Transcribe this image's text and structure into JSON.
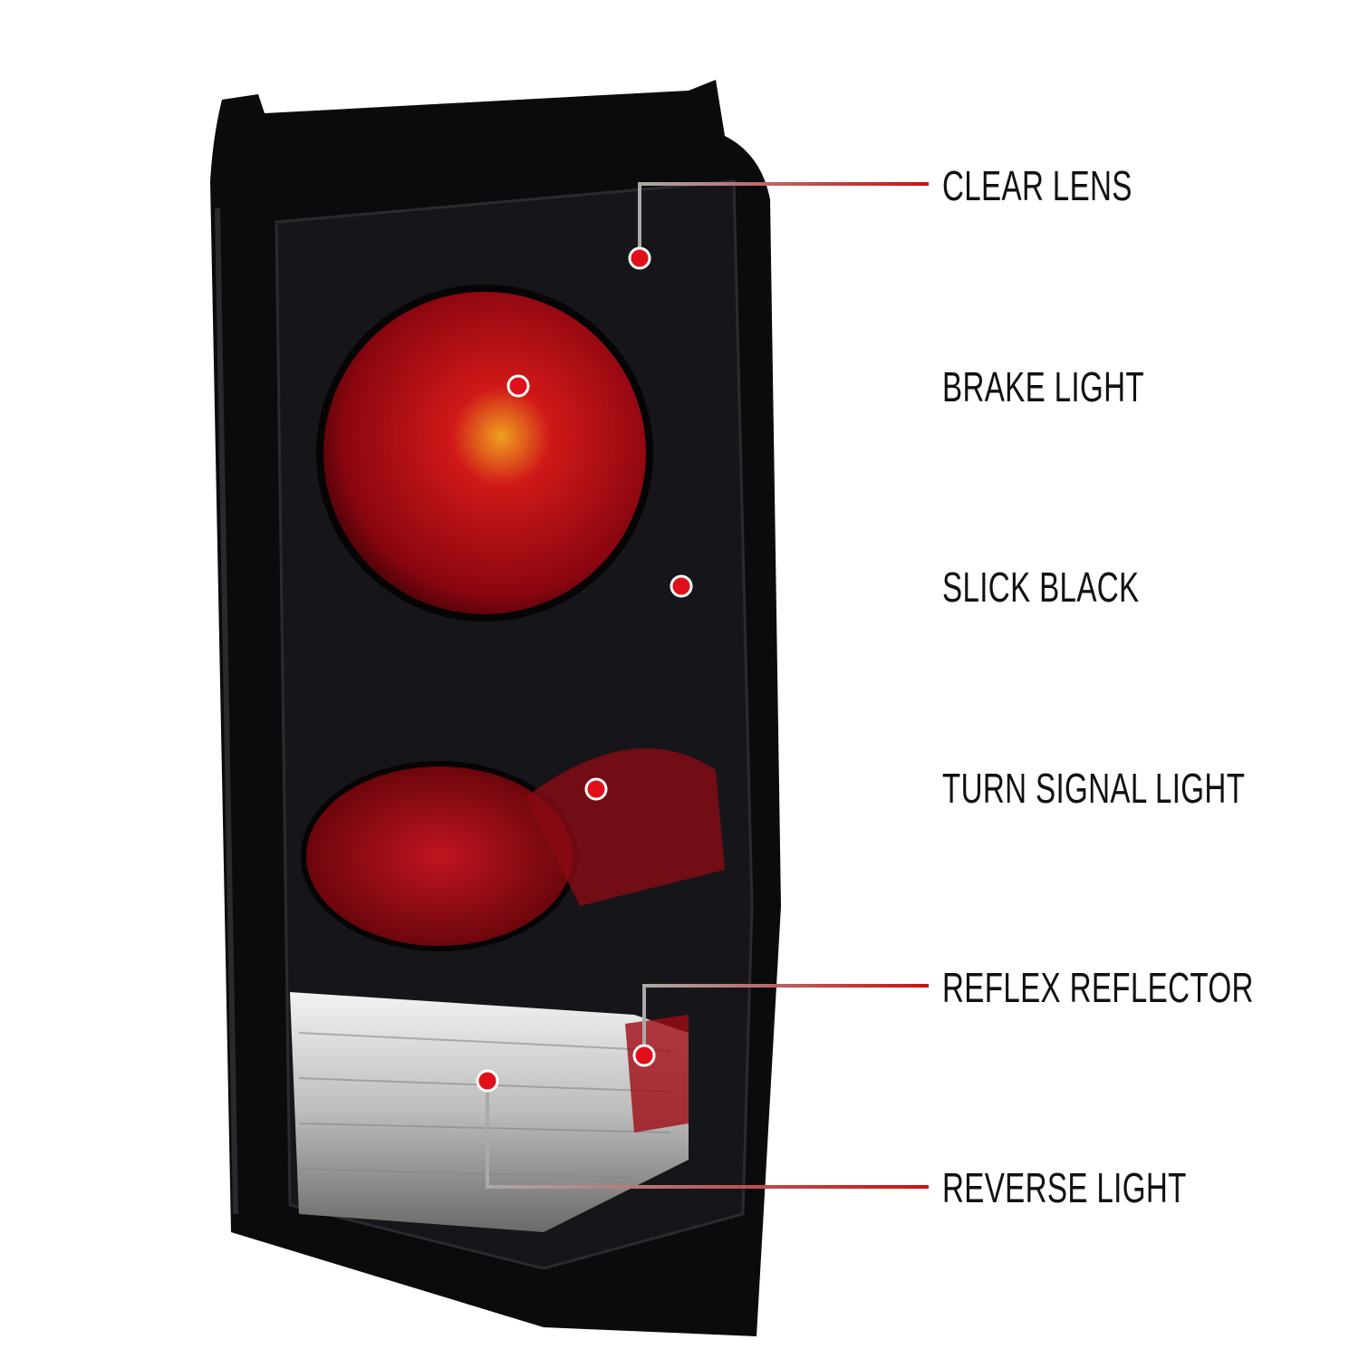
{
  "callouts": [
    {
      "id": "clear-lens",
      "label": "CLEAR LENS"
    },
    {
      "id": "brake-light",
      "label": "BRAKE LIGHT"
    },
    {
      "id": "slick-black",
      "label": "SLICK BLACK"
    },
    {
      "id": "turn-signal-light",
      "label": "TURN SIGNAL LIGHT"
    },
    {
      "id": "reflex-reflector",
      "label": "REFLEX REFLECTOR"
    },
    {
      "id": "reverse-light",
      "label": "REVERSE LIGHT"
    }
  ],
  "colors": {
    "line_start": "#aaaaaa",
    "line_end": "#cc1111",
    "dot": "#e0101a",
    "text": "#111111",
    "body": "#0b0b0d",
    "lens_red": "#b0101a"
  }
}
